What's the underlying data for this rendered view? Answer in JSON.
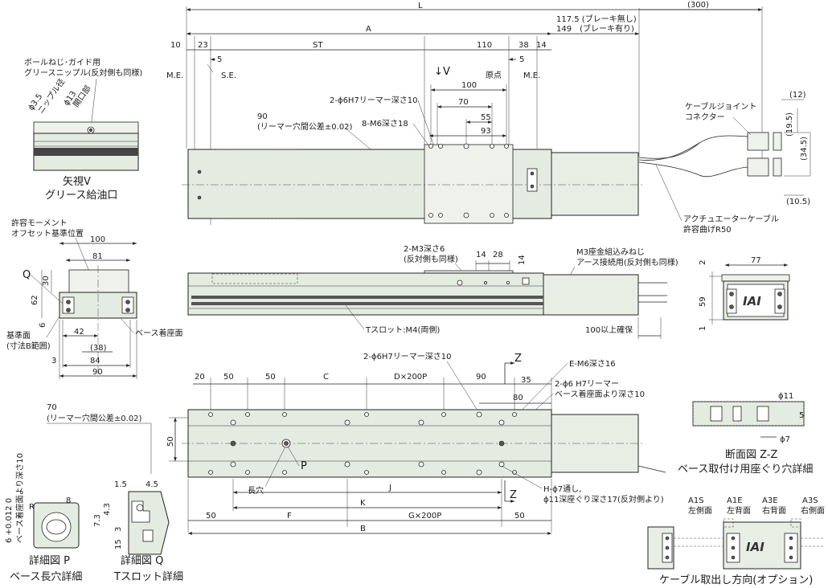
{
  "top_view": {
    "L": "L",
    "L300": "(300)",
    "A": "A",
    "ST": "ST",
    "d10": "10",
    "d23": "23",
    "d5a": "5",
    "d110": "110",
    "d38": "38",
    "d14": "14",
    "d5b": "5",
    "brake_none": "117.5 (ブレーキ無し)",
    "brake_yes": "149　(ブレーキ有り)",
    "me_left": "M.E.",
    "se": "S.E.",
    "genten": "原点",
    "me_right": "M.E.",
    "view_v": "V",
    "d100": "100",
    "d70": "70",
    "d55": "55",
    "d93": "93",
    "reamer_top": "2-ϕ6H7リーマー深さ10",
    "m6_top": "8-M6深さ18",
    "d90": "90",
    "tol90": "(リーマー穴間公差±0.02)",
    "cable_joint1": "ケーブルジョイント",
    "cable_joint2": "コネクター",
    "d12": "(12)",
    "d195": "(19.5)",
    "d345": "(34.5)",
    "d105": "(10.5)",
    "act_cable1": "アクチュエーターケーブル",
    "act_cable2": "許容曲げR50"
  },
  "grease_view": {
    "title1": "ボールねじ･ガイド用",
    "title2": "グリースニップル(反対側も同様)",
    "phi35": "ϕ3.5",
    "nipple": "ニップル径",
    "phi13": "ϕ13",
    "opening": "開口部",
    "cap1": "矢視V",
    "cap2": "グリース給油口"
  },
  "end_view_left": {
    "moment1": "許容モーメント",
    "moment2": "オフセット基準位置",
    "d100": "100",
    "d81": "81",
    "d30": "30",
    "d62": "62",
    "q": "Q",
    "d6": "6",
    "ref1": "基準面",
    "ref2": "(寸法B範囲)",
    "d42": "42",
    "d38": "(38)",
    "d84": "84",
    "d90": "90",
    "d3": "3",
    "base": "ベース着座面"
  },
  "side_view": {
    "m3": "2-M3深さ6",
    "m3b": "(反対側も同様)",
    "d14a": "14",
    "d28": "28",
    "d14b": "14",
    "ground1": "M3座金組込みねじ",
    "ground2": "アース接続用(反対側も同様)",
    "tslot": "Tスロット:M4(両側)",
    "cable_space": "100以上確保"
  },
  "end_view_right": {
    "d77": "77",
    "d2": "2",
    "d59": "59",
    "d1": "1",
    "logo": "IAI"
  },
  "bottom_view": {
    "d20": "20",
    "d50a": "50",
    "d50b": "50",
    "C": "C",
    "D": "D×200P",
    "d90": "90",
    "d35": "35",
    "d80": "80",
    "reamer": "2-ϕ6H7リーマー深さ10",
    "em6": "E-M6深さ16",
    "reamer2a": "2-ϕ6 H7リーマー",
    "reamer2b": "ベース着座面より深さ10",
    "d70": "70",
    "tol70": "(リーマー穴間公差±0.02)",
    "d50v": "50",
    "z_top": "Z",
    "z_bot": "Z",
    "p": "P",
    "slot": "長穴",
    "J": "J",
    "K": "K",
    "F": "F",
    "G": "G×200P",
    "d50c": "50",
    "d50d": "50",
    "B": "B",
    "h1": "H-ϕ7通し,",
    "h2": "ϕ11深座ぐり深さ17(反対側より)"
  },
  "detail_zz": {
    "phi11": "ϕ11",
    "d5": "5",
    "phi7": "ϕ7",
    "cap1": "断面図 Z-Z",
    "cap2": "ベース取付け用座ぐり穴詳細"
  },
  "detail_p": {
    "tol": "6 +0.012 0",
    "side": "ベース着座面より深さ10",
    "r": "R",
    "d8": "8",
    "cap1": "詳細図 P",
    "cap2": "ベース長穴詳細"
  },
  "detail_q": {
    "d15": "1.5",
    "d45": "4.5",
    "d73": "7.3",
    "d43": "4.3",
    "d3": "3",
    "d15b": "15",
    "cap1": "詳細図 Q",
    "cap2": "Tスロット詳細"
  },
  "cable_option": {
    "a1s": "A1S",
    "a1s2": "左側面",
    "a1e": "A1E",
    "a1e2": "左背面",
    "a3e": "A3E",
    "a3e2": "右背面",
    "a3s": "A3S",
    "a3s2": "右側面",
    "cap": "ケーブル取出し方向(オプション)",
    "logo": "IAI"
  }
}
